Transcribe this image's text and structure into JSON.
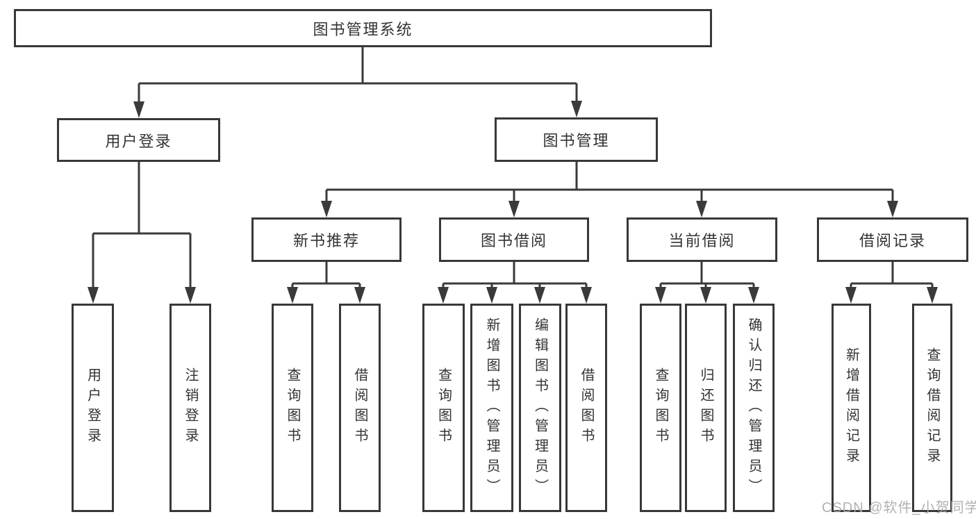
{
  "tree": {
    "label": "图书管理系统",
    "children": [
      {
        "label": "用户登录",
        "children": [
          {
            "label": "用户登录"
          },
          {
            "label": "注销登录"
          }
        ]
      },
      {
        "label": "图书管理",
        "children": [
          {
            "label": "新书推荐",
            "children": [
              {
                "label": "查询图书"
              },
              {
                "label": "借阅图书"
              }
            ]
          },
          {
            "label": "图书借阅",
            "children": [
              {
                "label": "查询图书"
              },
              {
                "label": "新增图书（管理员）"
              },
              {
                "label": "编辑图书（管理员）"
              },
              {
                "label": "借阅图书"
              }
            ]
          },
          {
            "label": "当前借阅",
            "children": [
              {
                "label": "查询图书"
              },
              {
                "label": "归还图书"
              },
              {
                "label": "确认归还（管理员）"
              }
            ]
          },
          {
            "label": "借阅记录",
            "children": [
              {
                "label": "新增借阅记录"
              },
              {
                "label": "查询借阅记录"
              }
            ]
          }
        ]
      }
    ]
  },
  "watermark": "CSDN @软件_小贺同学",
  "colors": {
    "line": "#3a3a3a",
    "text": "#333333",
    "background": "#ffffff",
    "watermark": "#a9a9a9"
  }
}
